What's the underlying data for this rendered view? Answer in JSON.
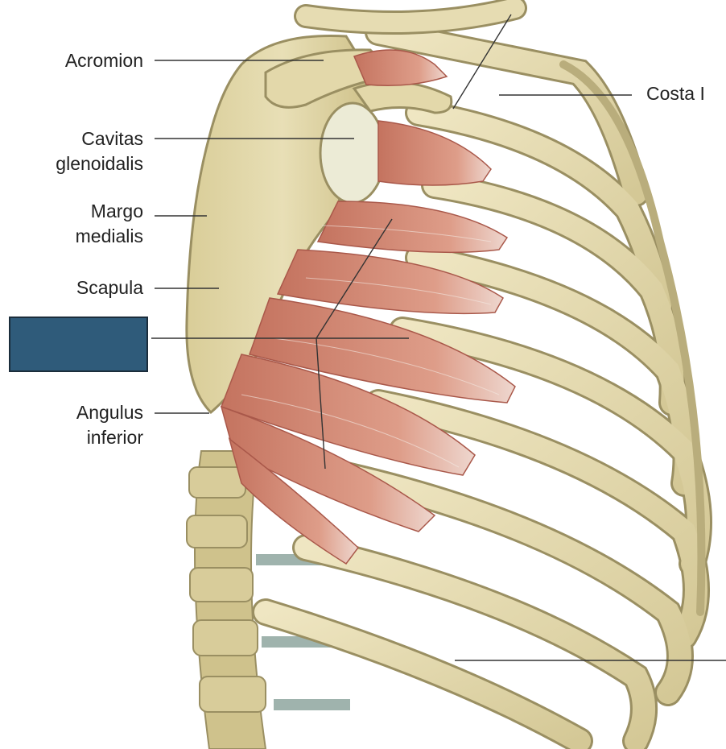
{
  "labels": {
    "acromion": "Acromion",
    "costa_i": "Costa I",
    "cavitas_line1": "Cavitas",
    "cavitas_line2": "glenoidalis",
    "margo_line1": "Margo",
    "margo_line2": "medialis",
    "scapula": "Scapula",
    "angulus_line1": "Angulus",
    "angulus_line2": "inferior"
  },
  "colors": {
    "bone": "#e6dcb2",
    "bone_dark": "#c9bd8b",
    "bone_outline": "#9a8f62",
    "muscle": "#d9907c",
    "muscle_dark": "#b9644f",
    "answer_box": "#2f5b7a",
    "leader_line": "#333333"
  }
}
